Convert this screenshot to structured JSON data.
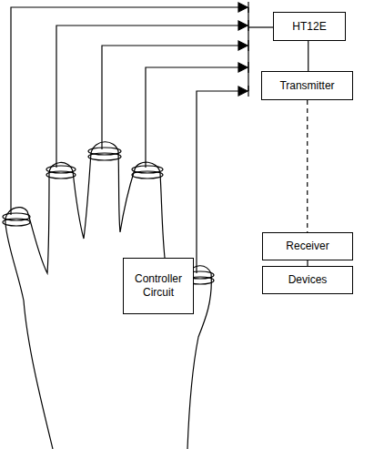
{
  "diagram": {
    "nodes": [
      {
        "text": [
          "HT12E"
        ]
      },
      {
        "text": [
          "Transmitter"
        ]
      },
      {
        "text": [
          "Receiver"
        ]
      },
      {
        "text": [
          "Devices"
        ]
      },
      {
        "text": [
          "Controller Circuit"
        ]
      }
    ],
    "edges": [
      {
        "from": 0,
        "to": 1,
        "arrow": "none"
      },
      {
        "from": 1,
        "to": 2,
        "arrow": "none"
      },
      {
        "from": 2,
        "to": 3,
        "arrow": "none"
      }
    ]
  }
}
